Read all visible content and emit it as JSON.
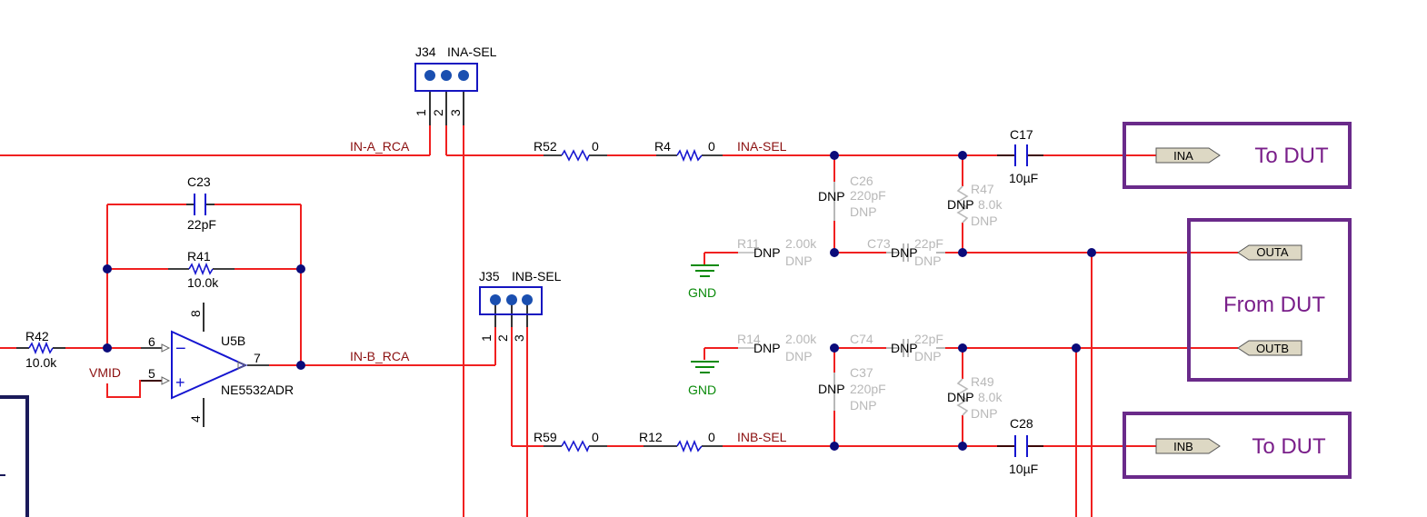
{
  "headers": {
    "j34": {
      "ref": "J34",
      "name": "INA-SEL",
      "pins": [
        "1",
        "2",
        "3"
      ]
    },
    "j35": {
      "ref": "J35",
      "name": "INB-SEL",
      "pins": [
        "1",
        "2",
        "3"
      ]
    }
  },
  "nets": {
    "in_a_rca": "IN-A_RCA",
    "in_b_rca": "IN-B_RCA",
    "ina_sel": "INA-SEL",
    "inb_sel": "INB-SEL",
    "vmid": "VMID",
    "gnd": "GND"
  },
  "components": {
    "r52": {
      "ref": "R52",
      "value": "0"
    },
    "r4": {
      "ref": "R4",
      "value": "0"
    },
    "r59": {
      "ref": "R59",
      "value": "0"
    },
    "r12": {
      "ref": "R12",
      "value": "0"
    },
    "r41": {
      "ref": "R41",
      "value": "10.0k"
    },
    "r42": {
      "ref": "R42",
      "value": "10.0k"
    },
    "c23": {
      "ref": "C23",
      "value": "22pF"
    },
    "c17": {
      "ref": "C17",
      "value": "10µF"
    },
    "c28": {
      "ref": "C28",
      "value": "10µF"
    },
    "c26": {
      "ref": "C26",
      "value": "220pF",
      "dnp": "DNP"
    },
    "c37": {
      "ref": "C37",
      "value": "220pF",
      "dnp": "DNP"
    },
    "r47": {
      "ref": "R47",
      "value": "8.0k",
      "dnp": "DNP"
    },
    "r49": {
      "ref": "R49",
      "value": "8.0k",
      "dnp": "DNP"
    },
    "r11": {
      "ref": "R11",
      "value": "2.00k",
      "dnp": "DNP"
    },
    "r14": {
      "ref": "R14",
      "value": "2.00k",
      "dnp": "DNP"
    },
    "c73": {
      "ref": "C73",
      "value": "22pF",
      "dnp": "DNP"
    },
    "c74": {
      "ref": "C74",
      "value": "22pF",
      "dnp": "DNP"
    }
  },
  "dnp_marker": "DNP",
  "opamp": {
    "ref": "U5B",
    "part": "NE5532ADR",
    "pins": {
      "inv": "6",
      "noninv": "5",
      "out": "7",
      "vpos": "8",
      "vneg": "4"
    },
    "minus": "−",
    "plus": "+"
  },
  "ports": {
    "ina": "INA",
    "inb": "INB",
    "outa": "OUTA",
    "outb": "OUTB"
  },
  "boxes": {
    "to_dut_a": "To DUT",
    "from_dut": "From DUT",
    "to_dut_b": "To DUT"
  },
  "colors": {
    "wire": "#f02020",
    "junction": "#0b0b7a",
    "component": "#1515d0",
    "dnp_component": "#b8b8b8",
    "net_label": "#8b0f0f",
    "ground": "#0a8a0a",
    "box": "#6a2a8a"
  }
}
